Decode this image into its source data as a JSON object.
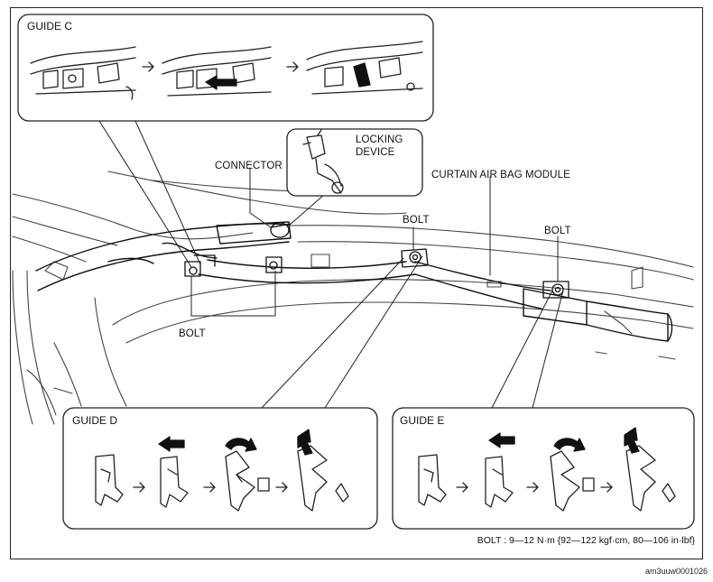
{
  "guides": {
    "c": "GUIDE C",
    "d": "GUIDE D",
    "e": "GUIDE E"
  },
  "labels": {
    "connector": "CONNECTOR",
    "locking_device_line1": "LOCKING",
    "locking_device_line2": "DEVICE",
    "curtain_module": "CURTAIN AIR BAG MODULE",
    "bolt_center": "BOLT",
    "bolt_right": "BOLT",
    "bolt_left": "BOLT"
  },
  "torque_spec": "BOLT : 9—12 N·m {92—122 kgf·cm, 80—106 in·lbf}",
  "figure_code": "am3uuw0001026"
}
